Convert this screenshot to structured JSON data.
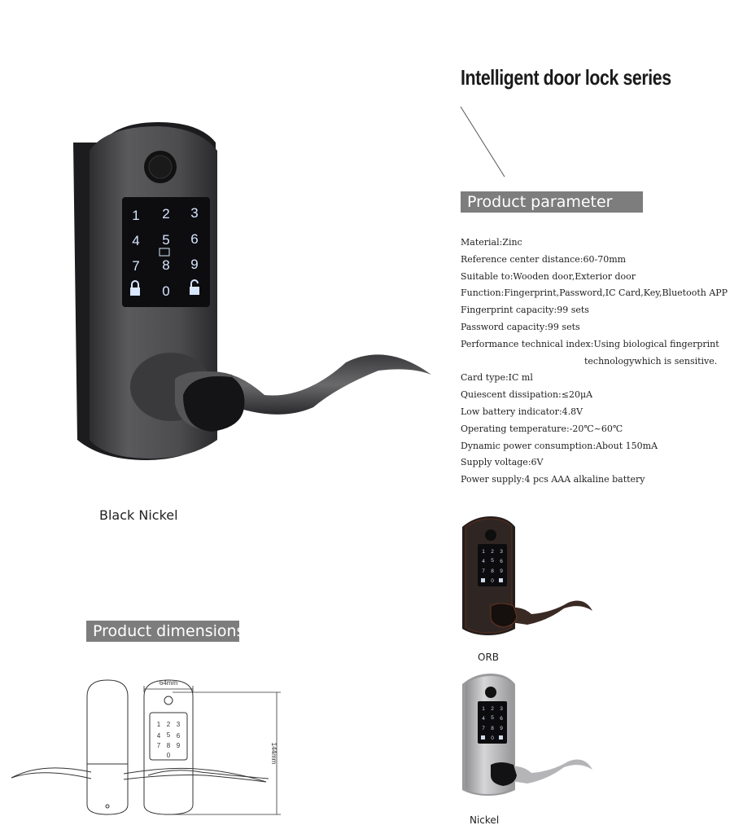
{
  "header": {
    "title": "Intelligent door lock series"
  },
  "parameters": {
    "heading": "Product parameter",
    "items": [
      "Material:Zinc",
      "Reference center distance:60-70mm",
      "Suitable to:Wooden door,Exterior door",
      "Function:Fingerprint,Password,IC Card,Key,Bluetooth APP",
      "Fingerprint capacity:99 sets",
      "Password capacity:99 sets",
      "Performance technical index:Using biological fingerprint",
      "technologywhich is sensitive.",
      "Card type:IC ml",
      "Quiescent dissipation:≤20μA",
      "Low battery indicator:4.8V",
      "Operating temperature:-20℃~60℃",
      "Dynamic power consumption:About 150mA",
      "Supply voltage:6V",
      "Power supply:4 pcs AAA alkaline battery"
    ]
  },
  "keypad": {
    "keys": [
      "1",
      "2",
      "3",
      "4",
      "5",
      "6",
      "7",
      "8",
      "9",
      "0"
    ]
  },
  "finishes": {
    "main": {
      "label": "Black Nickel",
      "body": "#4a4a4c",
      "edge": "#2a2a2c"
    },
    "orb": {
      "label": "ORB",
      "body": "#2b2422",
      "edge": "#5a2e1e"
    },
    "nickel": {
      "label": "Nickel",
      "body": "#b9b9bb",
      "edge": "#8d8d90"
    }
  },
  "dimensions": {
    "heading": "Product dimensions",
    "width_label": "64mm",
    "height_label": "144mm"
  }
}
